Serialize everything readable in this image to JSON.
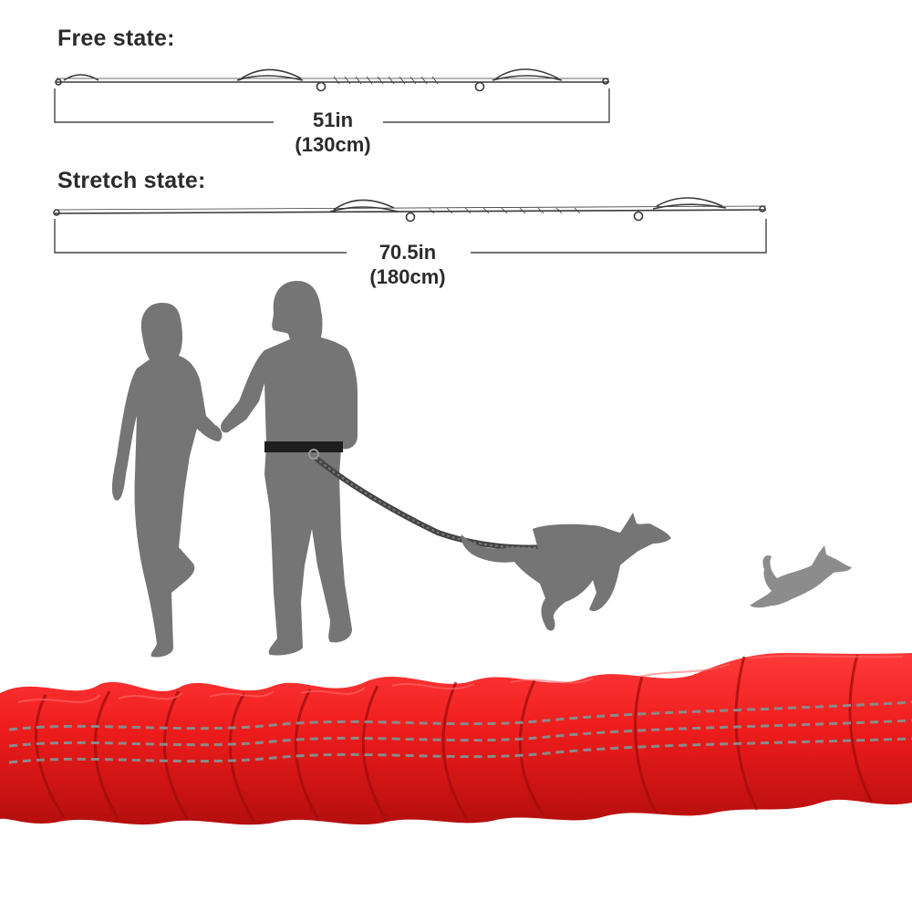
{
  "free_state": {
    "label": "Free state:",
    "length_in": "51in",
    "length_cm": "(130cm)"
  },
  "stretch_state": {
    "label": "Stretch state:",
    "length_in": "70.5in",
    "length_cm": "(180cm)"
  },
  "colors": {
    "text": "#2b2b2b",
    "silhouette": "#757575",
    "leash_red": "#ee1c1c",
    "leash_dark_red": "#b50e0e",
    "reflective": "#8a8a8a"
  }
}
